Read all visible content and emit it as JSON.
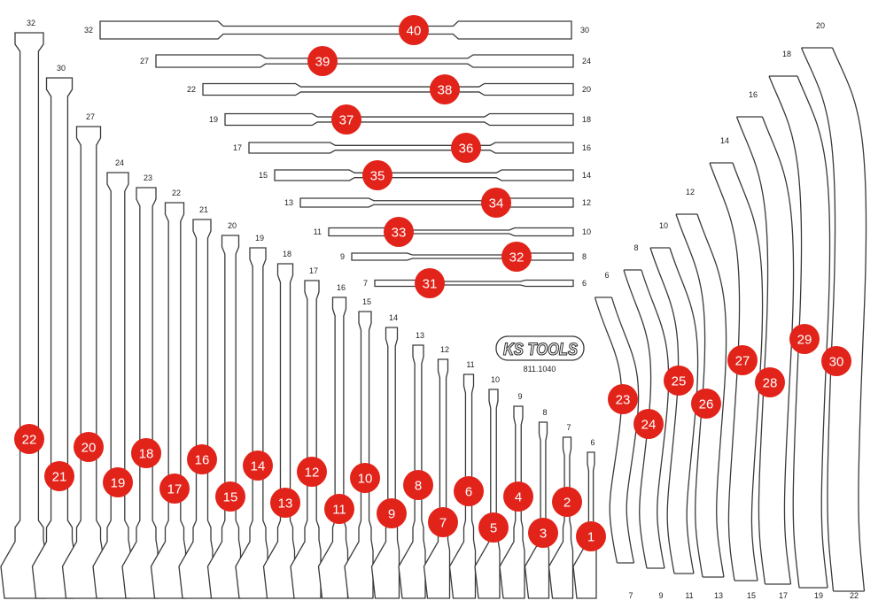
{
  "logo": {
    "brand": "KS TOOLS",
    "model": "811.1040"
  },
  "badge_color": "#e2231a",
  "outline_color": "#3a3a3a",
  "long_wrenches": [
    {
      "num": "22",
      "size": "32"
    },
    {
      "num": "21",
      "size": "30"
    },
    {
      "num": "20",
      "size": "27"
    },
    {
      "num": "19",
      "size": "24"
    },
    {
      "num": "18",
      "size": "23"
    },
    {
      "num": "17",
      "size": "22"
    },
    {
      "num": "16",
      "size": "21"
    },
    {
      "num": "15",
      "size": "20"
    },
    {
      "num": "14",
      "size": "19"
    },
    {
      "num": "13",
      "size": "18"
    },
    {
      "num": "12",
      "size": "17"
    },
    {
      "num": "11",
      "size": "16"
    },
    {
      "num": "10",
      "size": "15"
    },
    {
      "num": "9",
      "size": "14"
    },
    {
      "num": "8",
      "size": "13"
    },
    {
      "num": "7",
      "size": "12"
    },
    {
      "num": "6",
      "size": "11"
    },
    {
      "num": "5",
      "size": "10"
    },
    {
      "num": "4",
      "size": "9"
    },
    {
      "num": "3",
      "size": "8"
    },
    {
      "num": "2",
      "size": "7"
    },
    {
      "num": "1",
      "size": "6"
    }
  ],
  "horizontal_wrenches": [
    {
      "num": "40",
      "left_size": "32",
      "right_size": "30"
    },
    {
      "num": "39",
      "left_size": "27",
      "right_size": "24"
    },
    {
      "num": "38",
      "left_size": "22",
      "right_size": "20"
    },
    {
      "num": "37",
      "left_size": "19",
      "right_size": "18"
    },
    {
      "num": "36",
      "left_size": "17",
      "right_size": "16"
    },
    {
      "num": "35",
      "left_size": "15",
      "right_size": "14"
    },
    {
      "num": "34",
      "left_size": "13",
      "right_size": "12"
    },
    {
      "num": "33",
      "left_size": "11",
      "right_size": "10"
    },
    {
      "num": "32",
      "left_size": "9",
      "right_size": "8"
    },
    {
      "num": "31",
      "left_size": "7",
      "right_size": "6"
    }
  ],
  "offset_wrenches": [
    {
      "num": "23",
      "top_size": "6",
      "bottom_size": "7"
    },
    {
      "num": "24",
      "top_size": "8",
      "bottom_size": "9"
    },
    {
      "num": "25",
      "top_size": "10",
      "bottom_size": "11"
    },
    {
      "num": "26",
      "top_size": "12",
      "bottom_size": "13"
    },
    {
      "num": "27",
      "top_size": "14",
      "bottom_size": "15"
    },
    {
      "num": "28",
      "top_size": "16",
      "bottom_size": "17"
    },
    {
      "num": "29",
      "top_size": "18",
      "bottom_size": "19"
    },
    {
      "num": "30",
      "top_size": "20",
      "bottom_size": "22"
    }
  ]
}
